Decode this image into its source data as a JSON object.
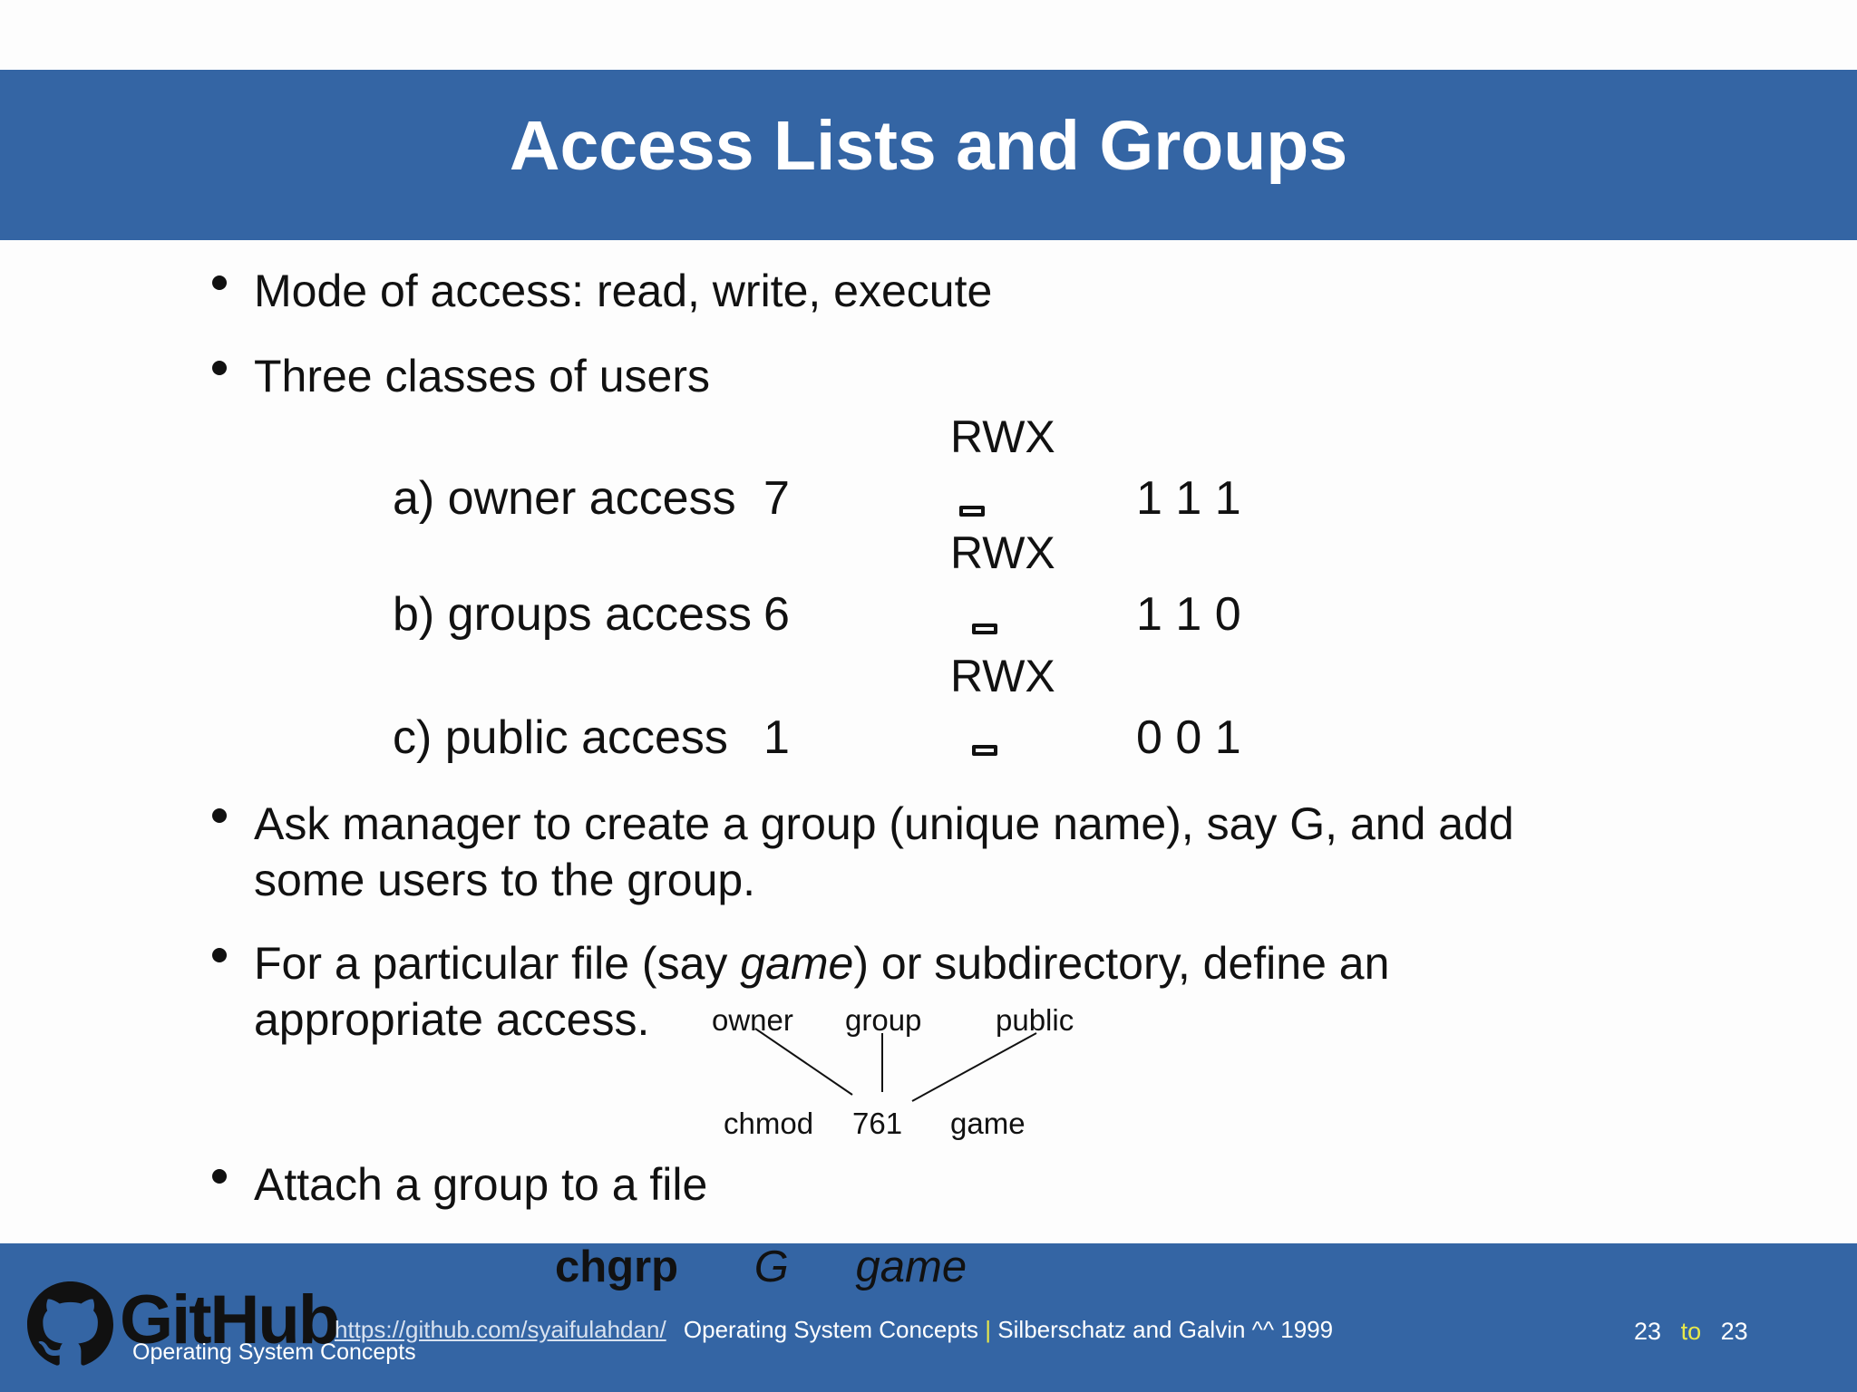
{
  "slide": {
    "title": "Access Lists and Groups"
  },
  "bullets": {
    "b1": "Mode of access:  read, write, execute",
    "b2": "Three classes of users",
    "b3_line1": "Ask manager to create a group (unique name), say G, and add",
    "b3_line2": "some users to the group.",
    "b4_pre": "For a particular file (say ",
    "b4_italic": "game",
    "b4_post": ") or subdirectory, define an",
    "b4_line2": "appropriate access.",
    "b5": "Attach a group to a file"
  },
  "access_table": {
    "rows": [
      {
        "label": "a) owner access",
        "number": "7",
        "header": "RWX",
        "bits": "1 1 1"
      },
      {
        "label": "b) groups access",
        "number": "6",
        "header": "RWX",
        "bits": "1 1 0"
      },
      {
        "label": "c) public access",
        "number": "1",
        "header": "RWX",
        "bits": "0 0 1"
      }
    ]
  },
  "diagram": {
    "owner": "owner",
    "group": "group",
    "public": "public",
    "cmd": "chmod",
    "mode": "761",
    "file": "game"
  },
  "chgrp": {
    "cmd": "chgrp",
    "group": "G",
    "file": "game"
  },
  "footer": {
    "logo_text": "GitHub",
    "link": "https://github.com/syaifulahdan/",
    "book": "Operating System Concepts",
    "separator": "|",
    "authors": "Silberschatz and Galvin ^^ 1999",
    "overlay": "Operating System Concepts",
    "page_current": "23",
    "page_to": "to",
    "page_total": "23",
    "colors": {
      "bar": "#3465a4",
      "to_color": "#e8e84a"
    }
  }
}
